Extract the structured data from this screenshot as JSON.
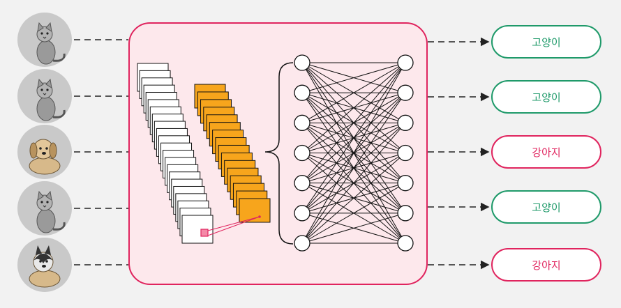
{
  "colors": {
    "background": "#f2f2f2",
    "network_panel_fill": "#fde8ec",
    "network_panel_border": "#e0245e",
    "cat_color": "#1f9a6a",
    "dog_color": "#e0245e",
    "feature_map_fill": "#f7a51c",
    "dashed_line": "#222222"
  },
  "inputs": [
    {
      "icon": "sitting-cat-photo-icon",
      "type": "cat"
    },
    {
      "icon": "sitting-cat-photo-icon",
      "type": "cat"
    },
    {
      "icon": "puppy-photo-icon",
      "type": "dog"
    },
    {
      "icon": "fluffy-cat-photo-icon",
      "type": "cat"
    },
    {
      "icon": "husky-puppy-photo-icon",
      "type": "dog"
    }
  ],
  "outputs": [
    {
      "label": "고양이",
      "type": "cat"
    },
    {
      "label": "고양이",
      "type": "cat"
    },
    {
      "label": "강아지",
      "type": "dog"
    },
    {
      "label": "고양이",
      "type": "cat"
    },
    {
      "label": "강아지",
      "type": "dog"
    }
  ],
  "network": {
    "input_layer_nodes": 7,
    "output_layer_nodes": 7,
    "fully_connected": true,
    "white_feature_maps": 22,
    "orange_feature_maps": 16
  }
}
